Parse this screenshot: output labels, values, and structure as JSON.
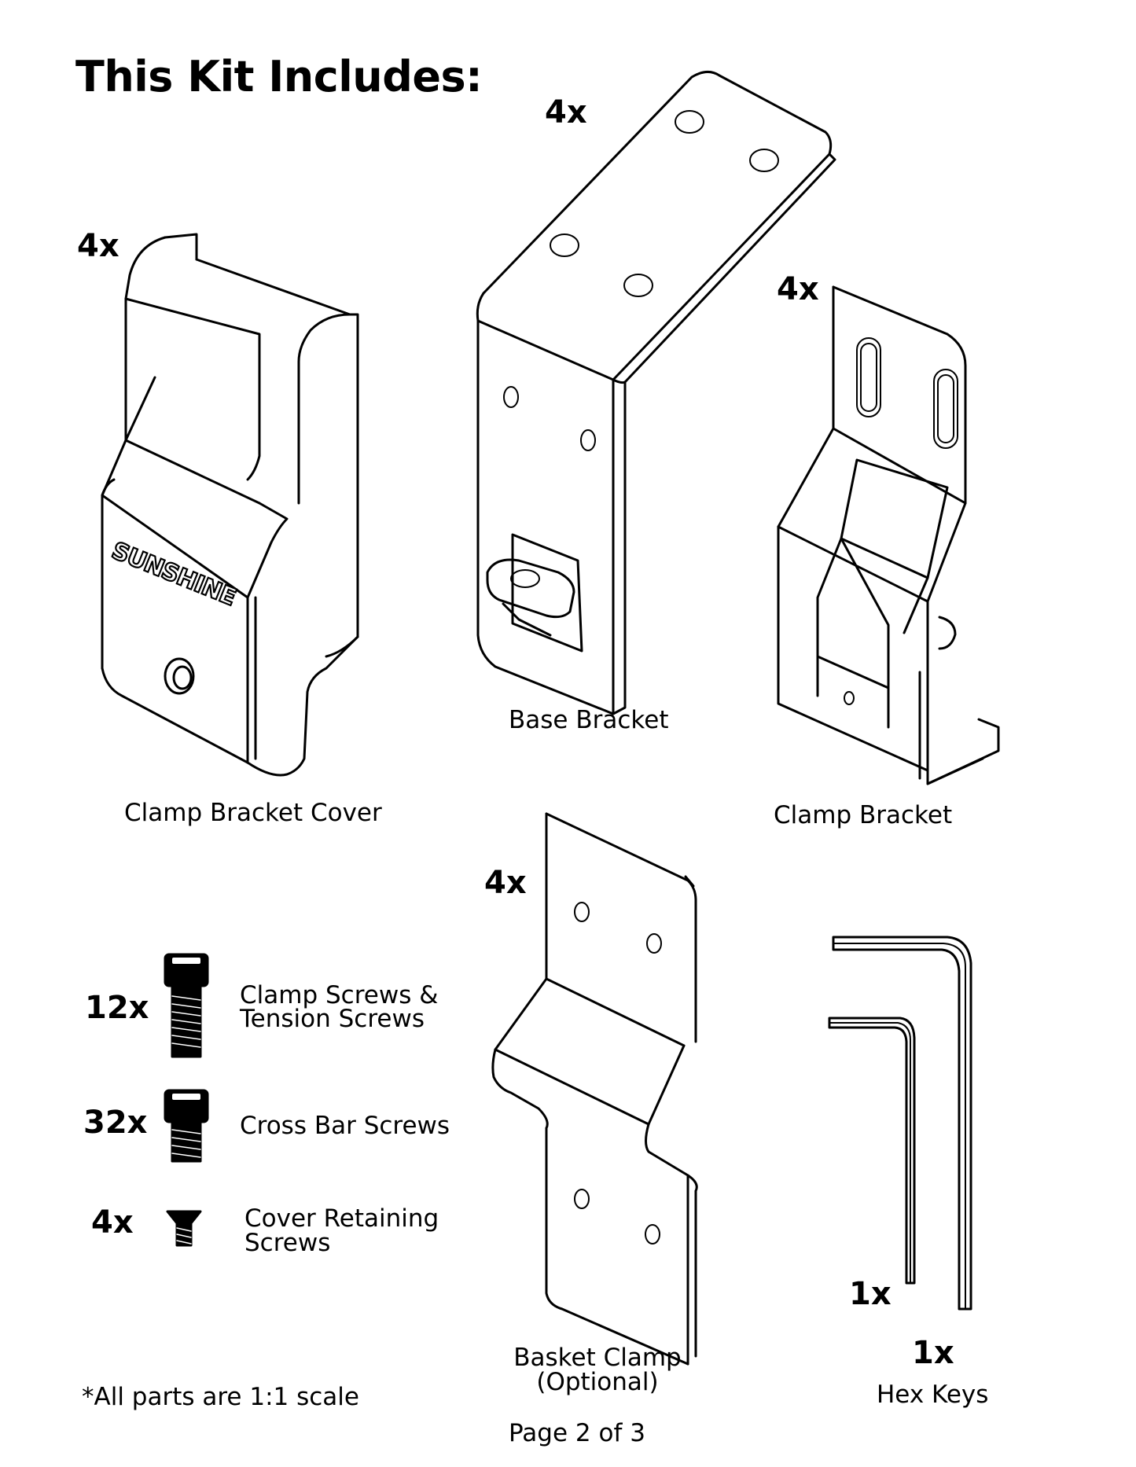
{
  "page": {
    "title": "This Kit Includes:",
    "footnote": "*All parts are 1:1 scale",
    "page_number": "Page 2 of 3"
  },
  "parts": {
    "clamp_bracket_cover": {
      "qty": "4x",
      "label": "Clamp Bracket Cover",
      "logo_text": "SUNSHINE"
    },
    "base_bracket": {
      "qty": "4x",
      "label": "Base Bracket"
    },
    "clamp_bracket": {
      "qty": "4x",
      "label": "Clamp Bracket"
    },
    "basket_clamp": {
      "qty": "4x",
      "label_line1": "Basket Clamp",
      "label_line2": "(Optional)"
    },
    "clamp_screws": {
      "qty": "12x",
      "label_line1": "Clamp Screws &",
      "label_line2": "Tension Screws"
    },
    "cross_bar_screws": {
      "qty": "32x",
      "label": "Cross Bar Screws"
    },
    "cover_retaining_screws": {
      "qty": "4x",
      "label_line1": "Cover Retaining",
      "label_line2": "Screws"
    },
    "hex_keys": {
      "qty_small": "1x",
      "qty_large": "1x",
      "label": "Hex Keys"
    }
  }
}
